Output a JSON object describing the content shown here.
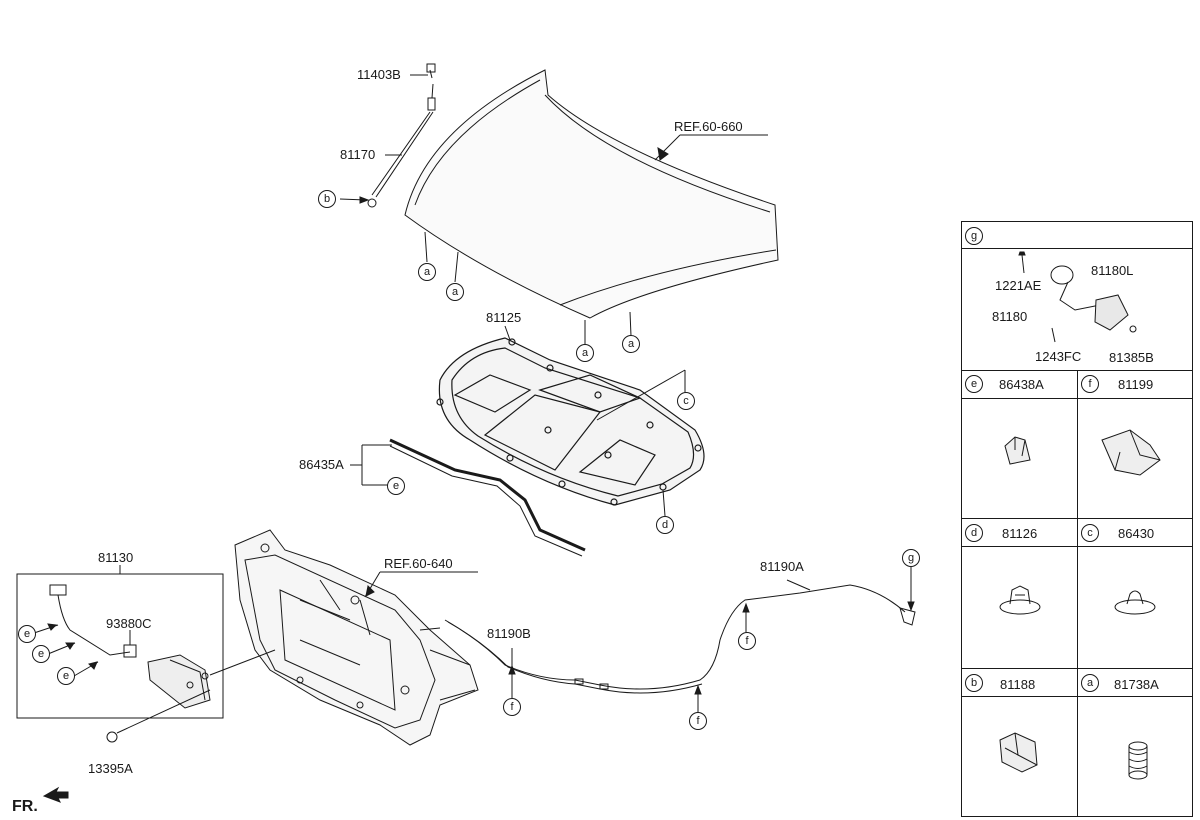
{
  "labels": {
    "p11403B": "11403B",
    "p81170": "81170",
    "ref60660": "REF.60-660",
    "p81125": "81125",
    "p86435A": "86435A",
    "p81130": "81130",
    "p93880C": "93880C",
    "p13395A": "13395A",
    "ref60640": "REF.60-640",
    "p81190A": "81190A",
    "p81190B": "81190B",
    "fr": "FR."
  },
  "callouts": {
    "a": "a",
    "b": "b",
    "c": "c",
    "d": "d",
    "e": "e",
    "f": "f",
    "g": "g"
  },
  "legend": {
    "g": {
      "letter": "g",
      "parts": [
        "1221AE",
        "81180L",
        "81180",
        "1243FC",
        "81385B"
      ]
    },
    "e": {
      "letter": "e",
      "part": "86438A"
    },
    "f": {
      "letter": "f",
      "part": "81199"
    },
    "d": {
      "letter": "d",
      "part": "81126"
    },
    "c": {
      "letter": "c",
      "part": "86430"
    },
    "b": {
      "letter": "b",
      "part": "81188"
    },
    "a": {
      "letter": "a",
      "part": "81738A"
    }
  }
}
